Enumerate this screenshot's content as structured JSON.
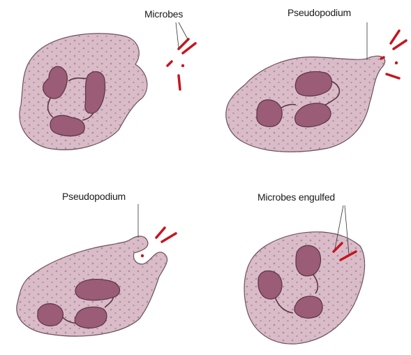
{
  "labels": {
    "panel_1": "Microbes",
    "panel_2": "Pseudopodium",
    "panel_3": "Pseudopodium",
    "panel_4": "Microbes engulfed"
  },
  "colors": {
    "cytoplasm": "#d9bcc8",
    "membrane": "#6a4f5c",
    "nucleus": "#9a5c76",
    "nucleus_outline": "#5e3346",
    "granule": "#a98496",
    "microbe": "#c4161f",
    "leader_line": "#333333"
  },
  "panels": [
    {
      "label": "Microbes",
      "stage": "approach"
    },
    {
      "label": "Pseudopodium",
      "stage": "pseudopodium formation"
    },
    {
      "label": "Pseudopodium",
      "stage": "surrounding microbes"
    },
    {
      "label": "Microbes engulfed",
      "stage": "engulfment"
    }
  ]
}
